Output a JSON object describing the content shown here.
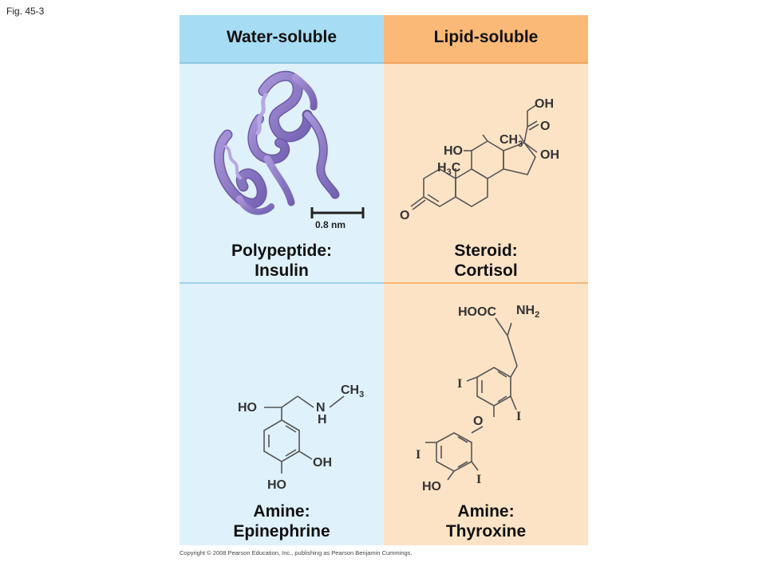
{
  "figure_label": "Fig. 45-3",
  "columns": {
    "water": {
      "title": "Water-soluble"
    },
    "lipid": {
      "title": "Lipid-soluble"
    }
  },
  "panels": {
    "insulin": {
      "line1": "Polypeptide:",
      "line2": "Insulin",
      "scale_bar": "0.8 nm"
    },
    "cortisol": {
      "line1": "Steroid:",
      "line2": "Cortisol",
      "groups": {
        "oh_top": "OH",
        "ch3": "CH",
        "ch3_sub": "3",
        "keto_side": "O",
        "oh_ring": "OH",
        "ho": "HO",
        "h3c": "H",
        "h3c_sub": "3",
        "h3c_c": "C",
        "ketone": "O"
      }
    },
    "epinephrine": {
      "line1": "Amine:",
      "line2": "Epinephrine",
      "groups": {
        "ch3": "CH",
        "ch3_sub": "3",
        "ho": "HO",
        "n": "N",
        "h": "H",
        "oh": "OH",
        "ho_bottom": "HO"
      }
    },
    "thyroxine": {
      "line1": "Amine:",
      "line2": "Thyroxine",
      "groups": {
        "hooc": "HOOC",
        "nh2": "NH",
        "nh2_sub": "2",
        "iodine": "I",
        "o": "O",
        "ho": "HO"
      }
    }
  },
  "colors": {
    "water_header": "#a6dcf4",
    "water_bg": "#dff1fb",
    "lipid_header": "#fbb977",
    "lipid_bg": "#fde3c6",
    "protein": "#8f7cc4"
  },
  "copyright": "Copyright © 2008 Pearson Education, Inc., publishing as Pearson Benjamin Cummings."
}
